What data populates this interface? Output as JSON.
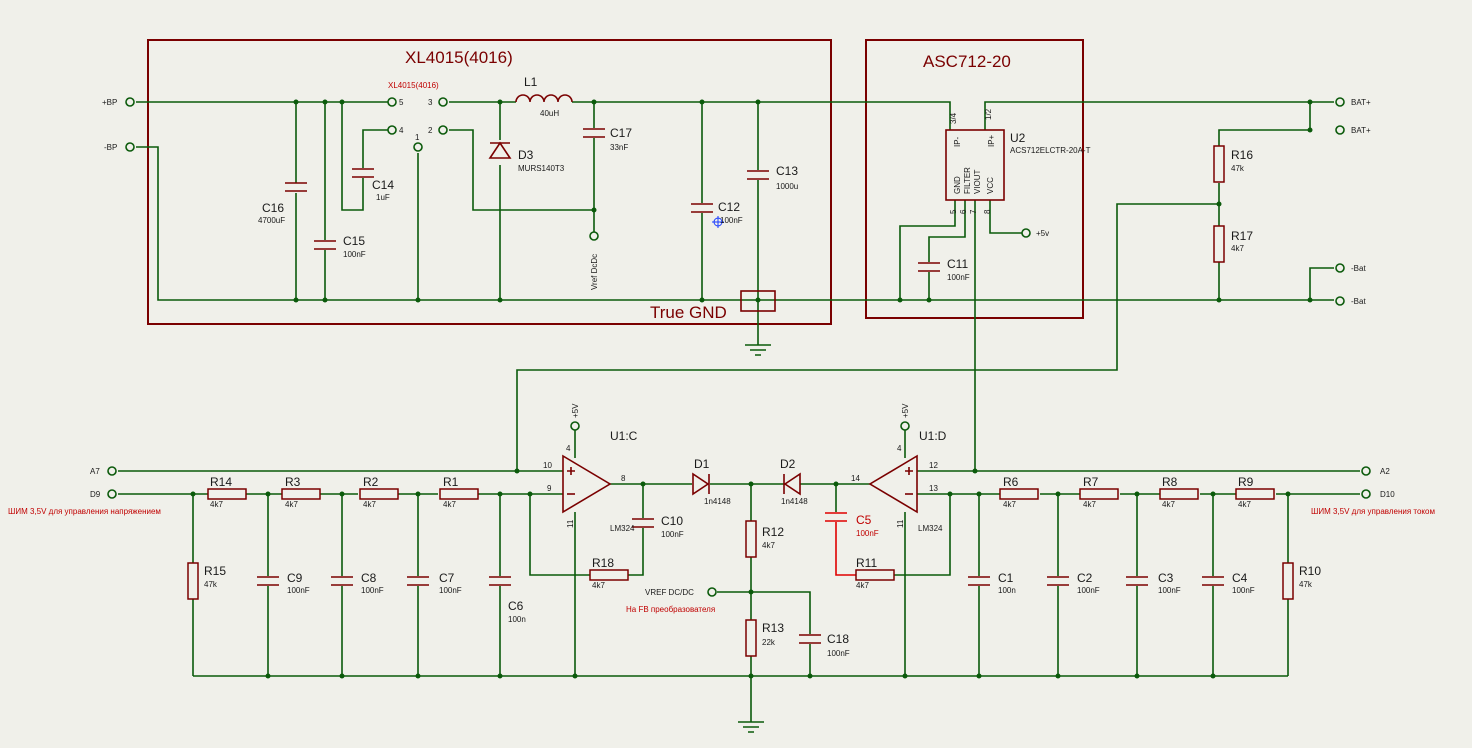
{
  "blocks": {
    "xl_title": "XL4015(4016)",
    "acs_title": "ASC712-20",
    "true_gnd": "True GND"
  },
  "ic": {
    "xl_label": "XL4015(4016)",
    "pins": {
      "p5": "5",
      "p3": "3",
      "p4": "4",
      "p2": "2",
      "p1": "1"
    },
    "u2_ref": "U2",
    "u2_part": "ACS712ELCTR-20A-T",
    "u2_pin_ip_minus": "IP-",
    "u2_pin_ip_plus": "IP+",
    "u2_pin_gnd": "GND",
    "u2_pin_filter": "FILTER",
    "u2_pin_viout": "VIOUT",
    "u2_pin_vcc": "VCC",
    "u2_num_34": "3/4",
    "u2_num_12": "1/2",
    "u2_num_5": "5",
    "u2_num_6": "6",
    "u2_num_7": "7",
    "u2_num_8": "8",
    "u1c_ref": "U1:C",
    "u1d_ref": "U1:D",
    "lm_c": "LM324",
    "lm_d": "LM324",
    "u1c_p4": "4",
    "u1c_p10": "10",
    "u1c_p9": "9",
    "u1c_p8": "8",
    "u1c_p11": "11",
    "u1d_p4": "4",
    "u1d_p12": "12",
    "u1d_p13": "13",
    "u1d_p14": "14",
    "u1d_p11": "11"
  },
  "terminals": {
    "bp_plus": "+BP",
    "bp_minus": "-BP",
    "bat_plus_1": "BAT+",
    "bat_plus_2": "BAT+",
    "bat_minus_1": "-Bat",
    "bat_minus_2": "-Bat",
    "a7": "A7",
    "d9": "D9",
    "a2": "A2",
    "d10": "D10",
    "vref_dcdc_top": "Vref DcDc",
    "vref_dcdc": "VREF DC/DC",
    "plus5v_u2": "+5v",
    "plus5v_u1c": "+5V",
    "plus5v_u1d": "+5V"
  },
  "notes": {
    "left": "ШИМ 3,5V для управления напряжением",
    "right": "ШИМ 3,5V для управления током",
    "fb": "На FB преобразователя"
  },
  "components": {
    "L1": {
      "ref": "L1",
      "val": "40uH"
    },
    "D3": {
      "ref": "D3",
      "val": "MURS140T3"
    },
    "C17": {
      "ref": "C17",
      "val": "33nF"
    },
    "C16": {
      "ref": "C16",
      "val": "4700uF"
    },
    "C15": {
      "ref": "C15",
      "val": "100nF"
    },
    "C14": {
      "ref": "C14",
      "val": "1uF"
    },
    "C12": {
      "ref": "C12",
      "val": "100nF"
    },
    "C13": {
      "ref": "C13",
      "val": "1000u"
    },
    "C11": {
      "ref": "C11",
      "val": "100nF"
    },
    "R16": {
      "ref": "R16",
      "val": "47k"
    },
    "R17": {
      "ref": "R17",
      "val": "4k7"
    },
    "R14": {
      "ref": "R14",
      "val": "4k7"
    },
    "R3": {
      "ref": "R3",
      "val": "4k7"
    },
    "R2": {
      "ref": "R2",
      "val": "4k7"
    },
    "R1": {
      "ref": "R1",
      "val": "4k7"
    },
    "R15": {
      "ref": "R15",
      "val": "47k"
    },
    "C9": {
      "ref": "C9",
      "val": "100nF"
    },
    "C8": {
      "ref": "C8",
      "val": "100nF"
    },
    "C7": {
      "ref": "C7",
      "val": "100nF"
    },
    "C6": {
      "ref": "C6",
      "val": "100n"
    },
    "R18": {
      "ref": "R18",
      "val": "4k7"
    },
    "C10": {
      "ref": "C10",
      "val": "100nF"
    },
    "D1": {
      "ref": "D1",
      "val": "1n4148"
    },
    "D2": {
      "ref": "D2",
      "val": "1n4148"
    },
    "R12": {
      "ref": "R12",
      "val": "4k7"
    },
    "R13": {
      "ref": "R13",
      "val": "22k"
    },
    "C18": {
      "ref": "C18",
      "val": "100nF"
    },
    "C5": {
      "ref": "C5",
      "val": "100nF"
    },
    "R11": {
      "ref": "R11",
      "val": "4k7"
    },
    "R6": {
      "ref": "R6",
      "val": "4k7"
    },
    "R7": {
      "ref": "R7",
      "val": "4k7"
    },
    "R8": {
      "ref": "R8",
      "val": "4k7"
    },
    "R9": {
      "ref": "R9",
      "val": "4k7"
    },
    "R10": {
      "ref": "R10",
      "val": "47k"
    },
    "C1": {
      "ref": "C1",
      "val": "100n"
    },
    "C2": {
      "ref": "C2",
      "val": "100nF"
    },
    "C3": {
      "ref": "C3",
      "val": "100nF"
    },
    "C4": {
      "ref": "C4",
      "val": "100nF"
    }
  },
  "colors": {
    "wire": "#0b5a0b",
    "component": "#7a0000",
    "highlight": "#e00000",
    "background": "#f0f0ea"
  }
}
